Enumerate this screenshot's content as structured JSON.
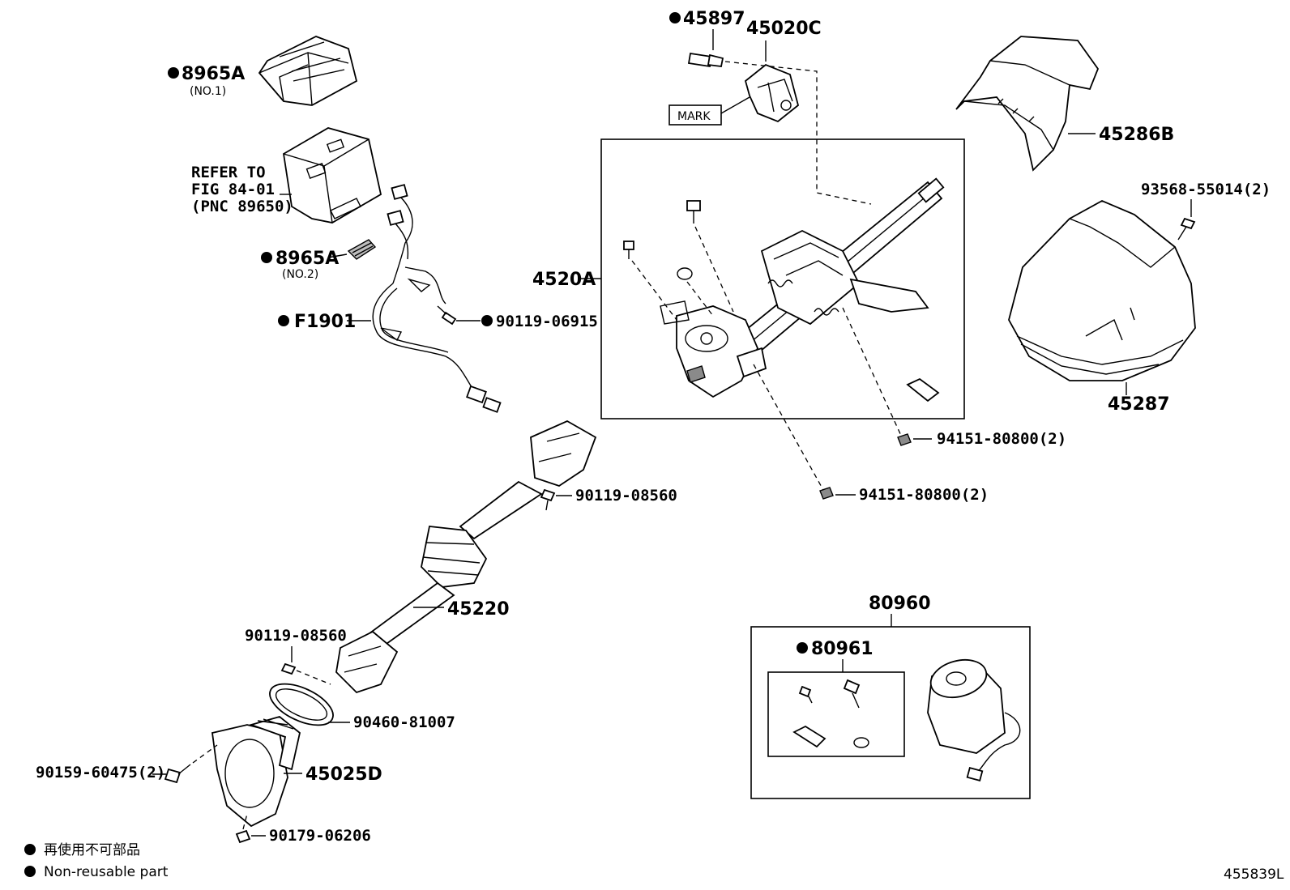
{
  "diagram": {
    "figure_id": "455839L",
    "labels": {
      "p8965a_no1": "8965A",
      "p8965a_no1_sub": "(NO.1)",
      "refer_line1": "REFER TO",
      "refer_line2": "FIG 84-01",
      "refer_line3": "(PNC 89650)",
      "p8965a_no2": "8965A",
      "p8965a_no2_sub": "(NO.2)",
      "pF1901": "F1901",
      "p90119_06915": "90119-06915",
      "p45897": "45897",
      "p45020c": "45020C",
      "mark": "MARK",
      "p45286b": "45286B",
      "p93568": "93568-55014(2)",
      "p4520a": "4520A",
      "p45287": "45287",
      "p94151_a": "94151-80800(2)",
      "p94151_b": "94151-80800(2)",
      "p90119_08560_a": "90119-08560",
      "p45220": "45220",
      "p90119_08560_b": "90119-08560",
      "p90460": "90460-81007",
      "p90159": "90159-60475(2)",
      "p45025d": "45025D",
      "p90179": "90179-06206",
      "p80960": "80960",
      "p80961": "80961"
    },
    "legend": {
      "line_ja": "再使用不可部品",
      "line_en": "Non-reusable part"
    }
  }
}
